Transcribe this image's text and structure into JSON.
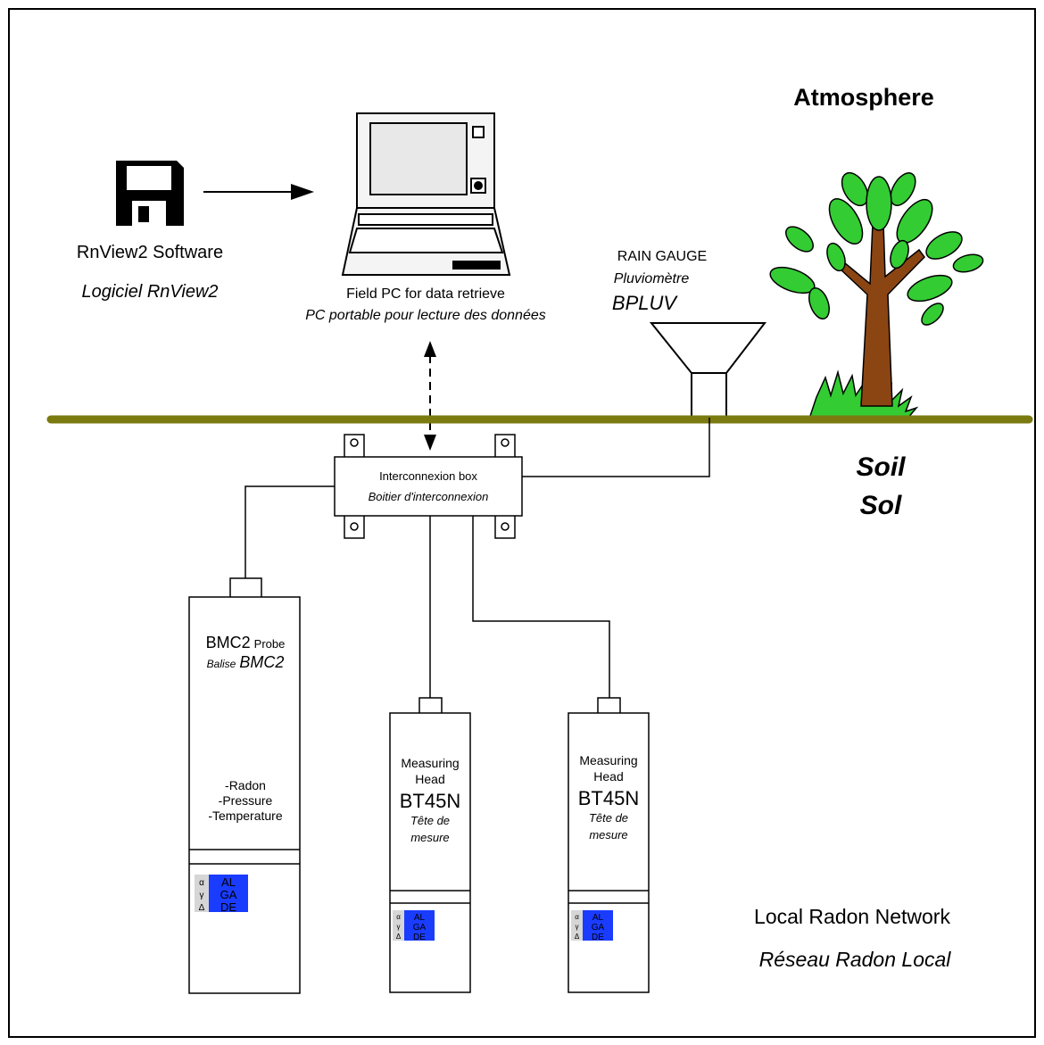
{
  "labels": {
    "atmosphere": "Atmosphere",
    "soil_en": "Soil",
    "soil_fr": "Sol",
    "software_en": "RnView2 Software",
    "software_fr": "Logiciel RnView2",
    "field_pc_en": "Field PC for data retrieve",
    "field_pc_fr": "PC portable pour lecture des données",
    "rain_gauge_en": "RAIN GAUGE",
    "rain_gauge_fr": "Pluviomètre",
    "rain_gauge_model": "BPLUV",
    "box_en": "Interconnexion box",
    "box_fr": "Boitier d'interconnexion",
    "network_en": "Local Radon Network",
    "network_fr": "Réseau Radon Local"
  },
  "bmc2": {
    "name": "BMC2",
    "probe": "Probe",
    "balise": "Balise",
    "name_it": "BMC2",
    "measures": [
      "-Radon",
      "-Pressure",
      "-Temperature"
    ]
  },
  "heads": [
    {
      "line1": "Measuring",
      "line2": "Head",
      "model": "BT45N",
      "fr1": "Tête de",
      "fr2": "mesure"
    },
    {
      "line1": "Measuring",
      "line2": "Head",
      "model": "BT45N",
      "fr1": "Tête de",
      "fr2": "mesure"
    }
  ],
  "logo": {
    "text": [
      "AL",
      "GA",
      "DE"
    ],
    "greek": [
      "α",
      "γ",
      "Δ"
    ],
    "color": "#1a3cff"
  },
  "colors": {
    "ground": "#7a7a10",
    "leaf": "#33cc33",
    "trunk": "#8b4513",
    "screen": "#e8e8e8"
  }
}
